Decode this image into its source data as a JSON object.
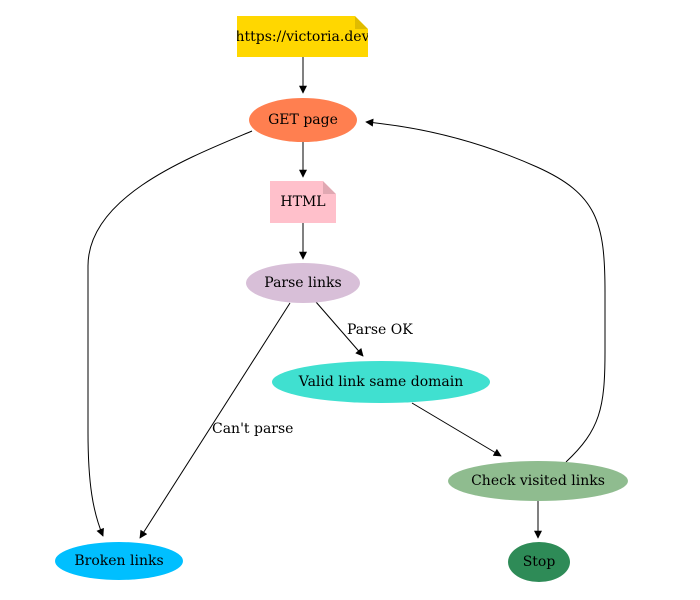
{
  "diagram": {
    "type": "flowchart",
    "background": "#ffffff",
    "nodes": {
      "start_url": {
        "label": "https://victoria.dev",
        "shape": "note",
        "color": "#FFD700"
      },
      "get_page": {
        "label": "GET page",
        "shape": "ellipse",
        "color": "#FF7F50"
      },
      "html": {
        "label": "HTML",
        "shape": "note",
        "color": "#FFC0CB"
      },
      "parse_links": {
        "label": "Parse links",
        "shape": "ellipse",
        "color": "#D8BFD8"
      },
      "valid_link": {
        "label": "Valid link same domain",
        "shape": "ellipse",
        "color": "#40E0D0"
      },
      "check_visited": {
        "label": "Check visited links",
        "shape": "ellipse",
        "color": "#8FBC8F"
      },
      "stop": {
        "label": "Stop",
        "shape": "ellipse",
        "color": "#2E8B57"
      },
      "broken_links": {
        "label": "Broken links",
        "shape": "ellipse",
        "color": "#00BFFF"
      }
    },
    "edge_labels": {
      "parse_ok": "Parse OK",
      "cant_parse": "Can't parse"
    },
    "edges": [
      {
        "from": "start_url",
        "to": "get_page"
      },
      {
        "from": "get_page",
        "to": "html"
      },
      {
        "from": "html",
        "to": "parse_links"
      },
      {
        "from": "parse_links",
        "to": "valid_link",
        "label": "Parse OK"
      },
      {
        "from": "parse_links",
        "to": "broken_links",
        "label": "Can't parse"
      },
      {
        "from": "valid_link",
        "to": "check_visited"
      },
      {
        "from": "check_visited",
        "to": "stop"
      },
      {
        "from": "check_visited",
        "to": "get_page"
      },
      {
        "from": "get_page",
        "to": "broken_links"
      }
    ],
    "edge_color": "#000000"
  }
}
